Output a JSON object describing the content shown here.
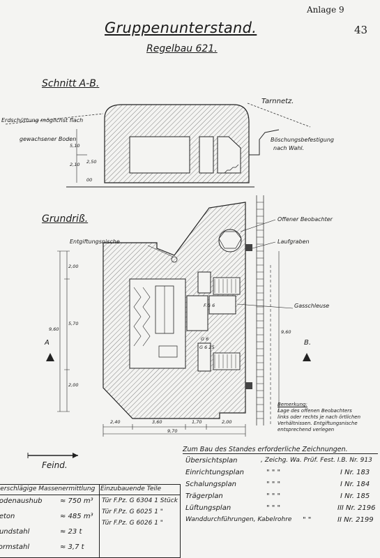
{
  "header": {
    "anlage": "Anlage 9",
    "page_number": "43",
    "title": "Gruppenunterstand.",
    "subtitle": "Regelbau 621."
  },
  "section": {
    "heading": "Schnitt A-B.",
    "label_tarnnetz": "Tarnnetz.",
    "label_erdschuettung": "Erdschüttung möglichst flach",
    "label_gewachsener_boden": "gewachsener Boden",
    "label_boeschung_1": "Böschungsbefestigung",
    "label_boeschung_2": "nach Wahl.",
    "dim_510": "5,10",
    "dim_250": "2,50",
    "dim_210": "2,10",
    "dim_00": "00"
  },
  "plan": {
    "heading": "Grundriß.",
    "label_entgiftungsnische": "Entgiftungsnische",
    "label_offener_beobachter": "Offener Beobachter",
    "label_laufgraben": "Laufgraben",
    "label_gasschleuse": "Gasschleuse",
    "label_A": "A",
    "label_B": "B.",
    "dims_bottom": [
      "2,40",
      "3,60",
      "1,70",
      "2,00"
    ],
    "dim_total_width": "9,70",
    "dims_left": [
      "2,00",
      "5,70",
      "2,00"
    ],
    "dim_total_height": "9,60",
    "dim_right": "9,60",
    "door_labels": [
      "F.G 6",
      "G 6",
      "G 6 25"
    ],
    "bemerkung": [
      "Bemerkung:",
      "Lage des offenen Beobachters",
      "links oder rechts je nach örtlichen",
      "Verhältnissen. Entgiftungsnische",
      "entsprechend verlegen"
    ]
  },
  "feind": "Feind.",
  "drawings": {
    "header": "Zum Bau des Standes erforderliche Zeichnungen.",
    "rows": [
      {
        "name": "Übersichtsplan",
        "ref": ", Zeichg. Wa. Prüf. Fest. I.B. Nr. 913"
      },
      {
        "name": "Einrichtungsplan",
        "ditto": "\"     \"     \"",
        "ref": "I Nr. 183"
      },
      {
        "name": "Schalungsplan",
        "ditto": "\"     \"     \"",
        "ref": "I Nr. 184"
      },
      {
        "name": "Trägerplan",
        "ditto": "\"     \"     \"",
        "ref": "I Nr. 185"
      },
      {
        "name": "Lüftungsplan",
        "ditto": "\"     \"     \"",
        "ref": "III Nr. 2196"
      },
      {
        "name": "Wanddurchführungen, Kabelrohre",
        "ditto": "\"     \"",
        "ref": "II Nr. 2199"
      }
    ]
  },
  "masses": {
    "header": "Überschlägige Massenermittlung",
    "rows": [
      {
        "name": "Bodenaushub",
        "value": "≈ 750 m³"
      },
      {
        "name": "Beton",
        "value": "≈ 485 m³"
      },
      {
        "name": "Rundstahl",
        "value": "≈ 23 t"
      },
      {
        "name": "Formstahl",
        "value": "≈ 3,7 t"
      }
    ]
  },
  "parts": {
    "header": "Einzubauende Teile",
    "rows": [
      {
        "text": "Tür F.Pz. G 6304   1 Stück"
      },
      {
        "text": "Tür F.Pz. G 6025   1   \""
      },
      {
        "text": "Tür F.Pz. G 6026   1   \""
      }
    ]
  }
}
